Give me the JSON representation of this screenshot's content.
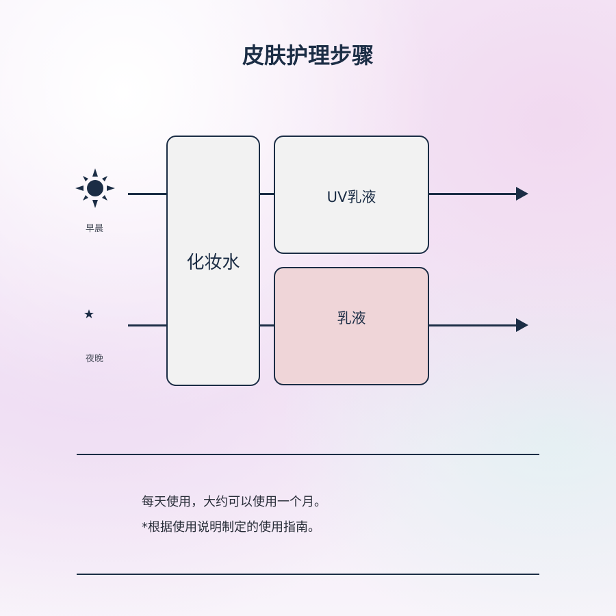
{
  "title": "皮肤护理步骤",
  "morning": {
    "label": "早晨",
    "icon": "sun-icon"
  },
  "night": {
    "label": "夜晚",
    "icon": "moon-star-icon"
  },
  "steps": {
    "toner": "化妆水",
    "uv_milk": "UV乳液",
    "milk": "乳液"
  },
  "notes": [
    "每天使用，大约可以使用一个月。",
    "*根据使用说明制定的使用指南。"
  ],
  "colors": {
    "ink": "#1b2d45",
    "box": "#f2f2f2",
    "milk_box": "#efd5d8"
  }
}
